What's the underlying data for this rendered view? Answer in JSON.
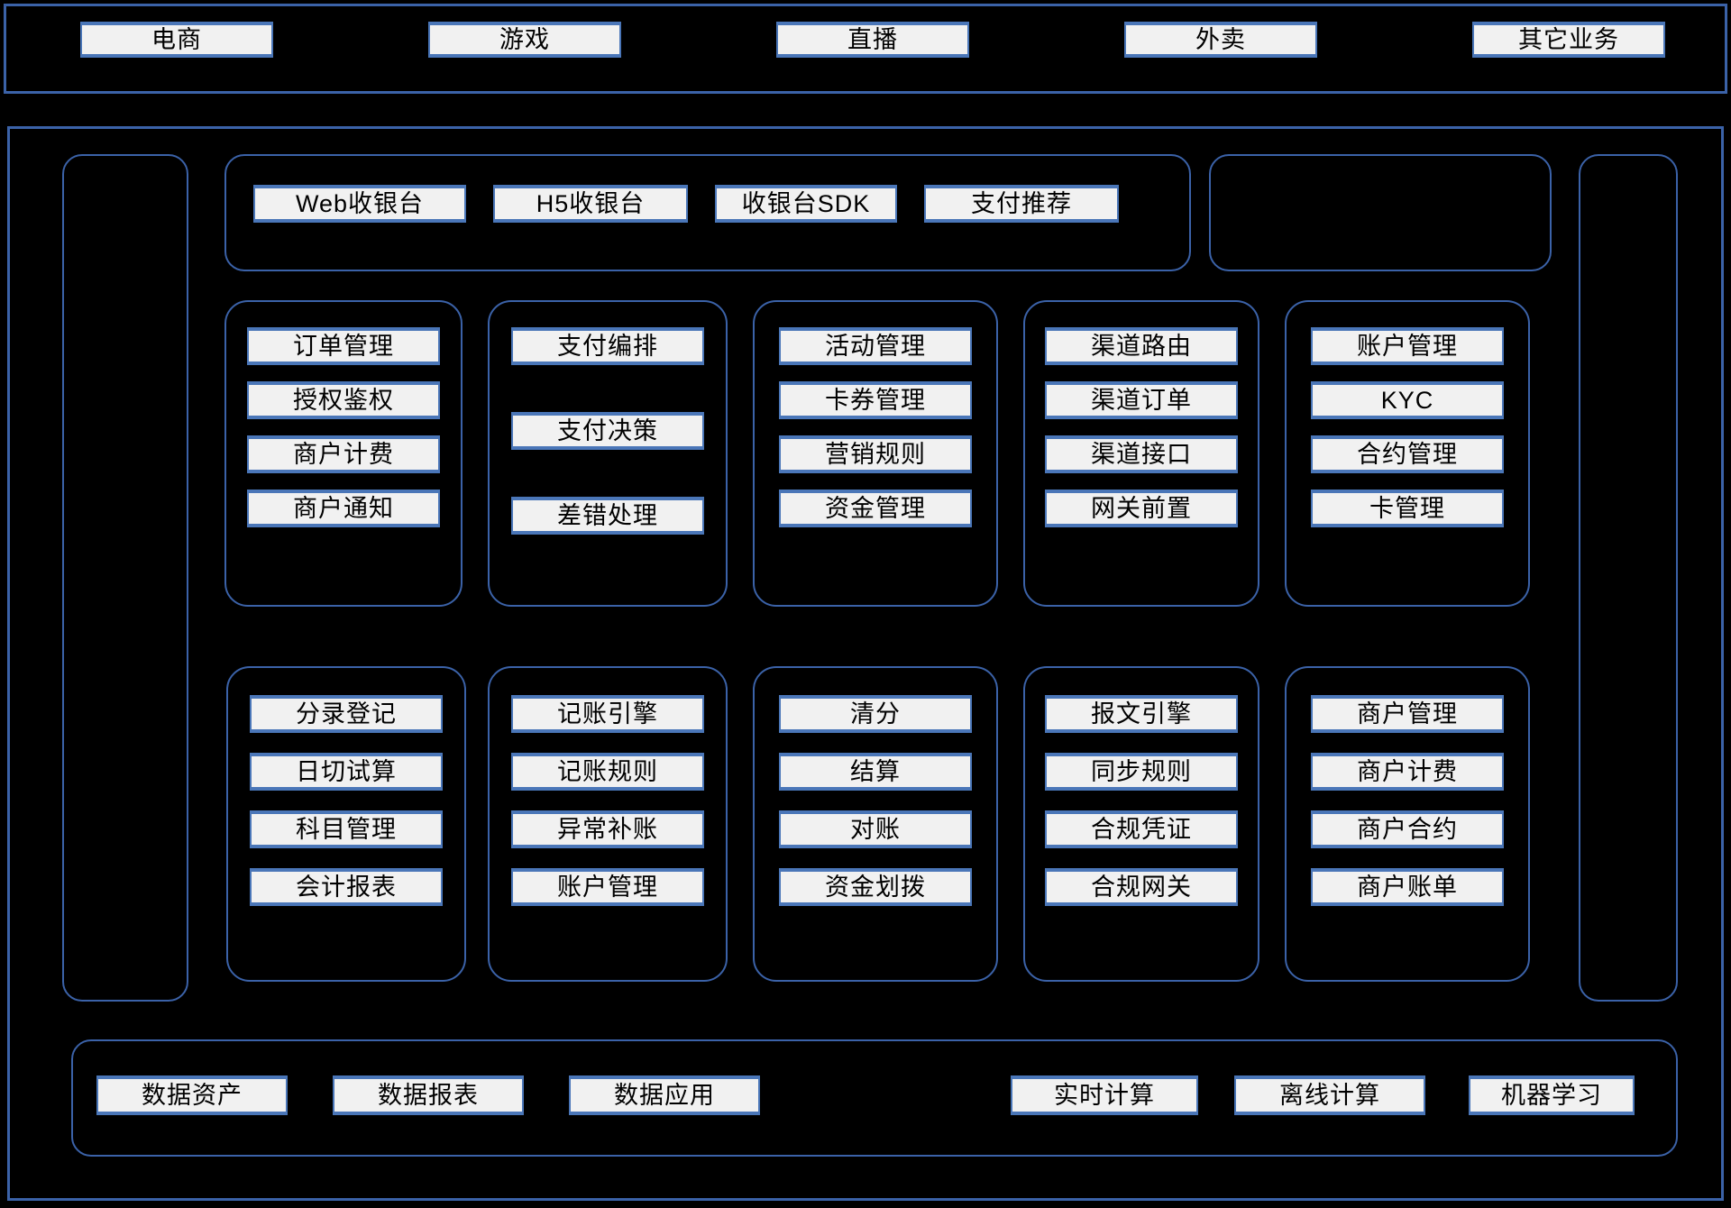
{
  "business_band": {
    "items": [
      {
        "label": "电商"
      },
      {
        "label": "游戏"
      },
      {
        "label": "直播"
      },
      {
        "label": "外卖"
      },
      {
        "label": "其它业务"
      }
    ]
  },
  "channel_panel": {
    "items": [
      {
        "label": "Web收银台"
      },
      {
        "label": "H5收银台"
      },
      {
        "label": "收银台SDK"
      },
      {
        "label": "支付推荐"
      }
    ]
  },
  "module_grid": {
    "row1": [
      {
        "items": [
          {
            "label": "订单管理"
          },
          {
            "label": "授权鉴权"
          },
          {
            "label": "商户计费"
          },
          {
            "label": "商户通知"
          }
        ]
      },
      {
        "items": [
          {
            "label": "支付编排"
          },
          {
            "label": "支付决策"
          },
          {
            "label": "差错处理"
          }
        ]
      },
      {
        "items": [
          {
            "label": "活动管理"
          },
          {
            "label": "卡券管理"
          },
          {
            "label": "营销规则"
          },
          {
            "label": "资金管理"
          }
        ]
      },
      {
        "items": [
          {
            "label": "渠道路由"
          },
          {
            "label": "渠道订单"
          },
          {
            "label": "渠道接口"
          },
          {
            "label": "网关前置"
          }
        ]
      },
      {
        "items": [
          {
            "label": "账户管理"
          },
          {
            "label": "KYC"
          },
          {
            "label": "合约管理"
          },
          {
            "label": "卡管理"
          }
        ]
      }
    ],
    "row2": [
      {
        "items": [
          {
            "label": "分录登记"
          },
          {
            "label": "日切试算"
          },
          {
            "label": "科目管理"
          },
          {
            "label": "会计报表"
          }
        ]
      },
      {
        "items": [
          {
            "label": "记账引擎"
          },
          {
            "label": "记账规则"
          },
          {
            "label": "异常补账"
          },
          {
            "label": "账户管理"
          }
        ]
      },
      {
        "items": [
          {
            "label": "清分"
          },
          {
            "label": "结算"
          },
          {
            "label": "对账"
          },
          {
            "label": "资金划拨"
          }
        ]
      },
      {
        "items": [
          {
            "label": "报文引擎"
          },
          {
            "label": "同步规则"
          },
          {
            "label": "合规凭证"
          },
          {
            "label": "合规网关"
          }
        ]
      },
      {
        "items": [
          {
            "label": "商户管理"
          },
          {
            "label": "商户计费"
          },
          {
            "label": "商户合约"
          },
          {
            "label": "商户账单"
          }
        ]
      }
    ]
  },
  "data_platform": {
    "items": [
      {
        "label": "数据资产"
      },
      {
        "label": "数据报表"
      },
      {
        "label": "数据应用"
      },
      {
        "label": "实时计算"
      },
      {
        "label": "离线计算"
      },
      {
        "label": "机器学习"
      }
    ]
  },
  "colors": {
    "background": "#000000",
    "border": "#3b62a8",
    "chip_border": "#4a76b8",
    "chip_fill": "#f1f1f1",
    "text": "#000000"
  }
}
